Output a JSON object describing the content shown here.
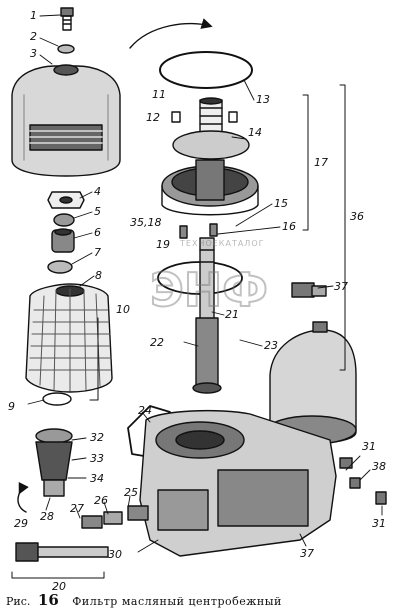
{
  "figure": {
    "caption_prefix": "Рис.",
    "caption_number": "16",
    "caption_title": "Фильтр масляный центробежный"
  },
  "watermark": {
    "line1": "ТЕХНОЕКАТАЛОГ",
    "logo": "ЭНФ"
  },
  "labels": {
    "l1": "1",
    "l2": "2",
    "l3": "3",
    "l4": "4",
    "l5": "5",
    "l6": "6",
    "l7": "7",
    "l8": "8",
    "l9": "9",
    "l10": "10",
    "l11": "11",
    "l12": "12",
    "l13": "13",
    "l14": "14",
    "l15": "15",
    "l16": "16",
    "l17": "17",
    "l19": "19",
    "l20": "20",
    "l21": "21",
    "l22": "22",
    "l23": "23",
    "l24": "24",
    "l25": "25",
    "l26": "26",
    "l27": "27",
    "l28": "28",
    "l29": "29",
    "l30": "30",
    "l31a": "31",
    "l31b": "31",
    "l32": "32",
    "l33": "33",
    "l34": "34",
    "l35": "35,18",
    "l36": "36",
    "l37a": "37",
    "l37b": "37",
    "l38": "38"
  }
}
